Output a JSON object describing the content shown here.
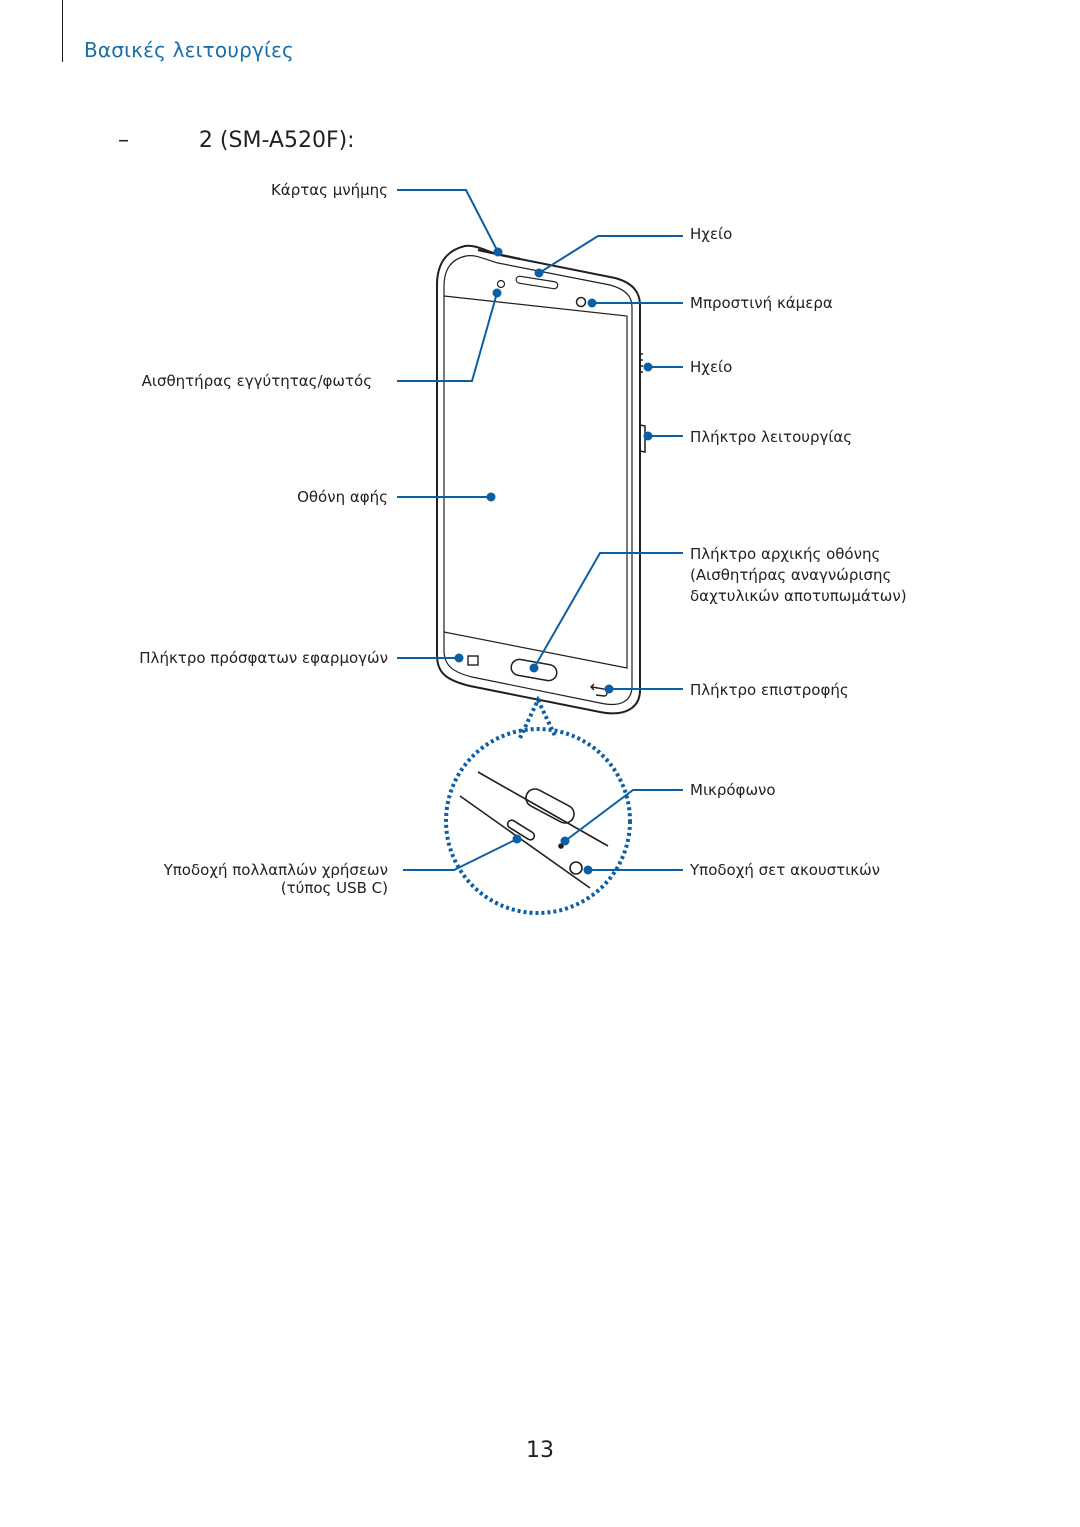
{
  "header": {
    "section_title": "Βασικές λειτουργίες"
  },
  "heading": {
    "model_text": "–          2 (SM-A520F):"
  },
  "labels_left": {
    "memory_card": "Κάρτας μνήμης",
    "proximity_sensor": "Αισθητήρας εγγύτητας/φωτός",
    "touchscreen": "Οθόνη αφής",
    "recent_apps_key": "Πλήκτρο πρόσφατων εφαρμογών",
    "usb_port_line1": "Υποδοχή πολλαπλών χρήσεων",
    "usb_port_line2": "(τύπος USB C)"
  },
  "labels_right": {
    "earpiece": "Ηχείο",
    "front_camera": "Μπροστινή κάμερα",
    "speaker": "Ηχείο",
    "power_key": "Πλήκτρο λειτουργίας",
    "home_key_line1": "Πλήκτρο αρχικής οθόνης",
    "home_key_line2": "(Αισθητήρας αναγνώρισης",
    "home_key_line3": "δαχτυλικών αποτυπωμάτων)",
    "back_key": "Πλήκτρο επιστροφής",
    "microphone": "Μικρόφωνο",
    "headset_jack": "Υποδοχή σετ ακουστικών"
  },
  "colors": {
    "accent": "#1a6fa8",
    "callout": "#0b5fa5",
    "text": "#231f20",
    "outline": "#231f20"
  },
  "footer": {
    "page_number": "13"
  }
}
